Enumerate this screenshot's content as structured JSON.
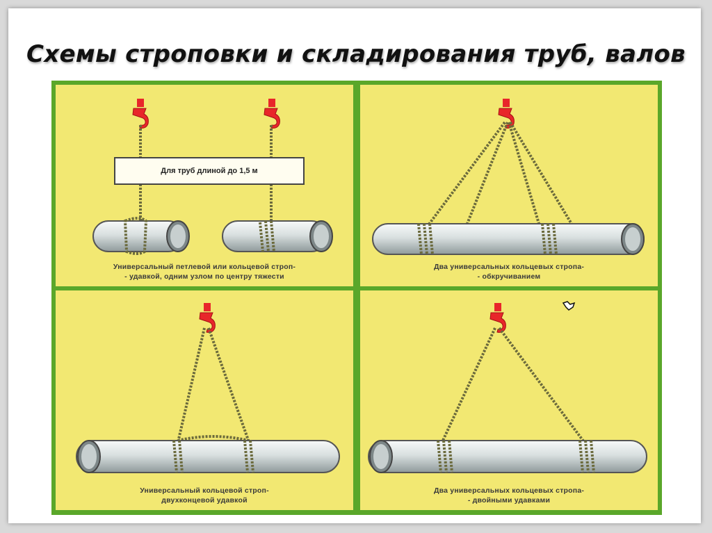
{
  "title": "Схемы строповки и складирования труб, валов",
  "panels": {
    "top_left": {
      "note": "Для труб длиной до 1,5 м",
      "caption_line1": "Универсальный петлевой или кольцевой строп-",
      "caption_line2": "- удавкой, одним узлом по центру тяжести"
    },
    "top_right": {
      "caption_line1": "Два универсальных кольцевых стропа-",
      "caption_line2": "- обкручиванием"
    },
    "bottom_left": {
      "caption_line1": "Универсальный кольцевой строп-",
      "caption_line2": "двухконцевой удавкой"
    },
    "bottom_right": {
      "caption_line1": "Два универсальных кольцевых стропа-",
      "caption_line2": "- двойными удавками"
    }
  },
  "colors": {
    "frame_green": "#5aa72a",
    "panel_yellow": "#f2e872",
    "hook_red": "#e8262a",
    "pipe_light": "#e9eeee",
    "rope": "#6b6a3c"
  },
  "icons": [
    "crane-hook-icon",
    "rope-sling-icon",
    "pipe-icon",
    "mouse-cursor-icon"
  ]
}
